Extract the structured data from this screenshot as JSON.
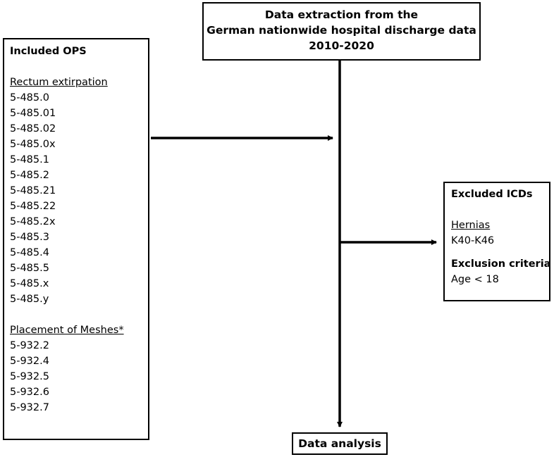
{
  "top_box": {
    "lines": [
      "Data extraction from the",
      "German nationwide hospital discharge data",
      "2010-2020"
    ]
  },
  "left_box": {
    "title": "Included OPS",
    "group1_title": "Rectum extirpation",
    "group1_items": [
      "5-485.0",
      "5-485.01",
      "5-485.02",
      "5-485.0x",
      "5-485.1",
      "5-485.2",
      "5-485.21",
      "5-485.22",
      "5-485.2x",
      "5-485.3",
      "5-485.4",
      "5-485.5",
      "5-485.x",
      "5-485.y"
    ],
    "group2_title": "Placement of Meshes*",
    "group2_items": [
      "5-932.2",
      "5-932.4",
      "5-932.5",
      "5-932.6",
      "5-932.7"
    ]
  },
  "right_box": {
    "title": "Excluded ICDs",
    "group1_title": "Hernias",
    "group1_item": "K40-K46",
    "group2_title": "Exclusion criteria",
    "group2_item": "Age < 18"
  },
  "bottom_box": {
    "label": "Data analysis"
  }
}
